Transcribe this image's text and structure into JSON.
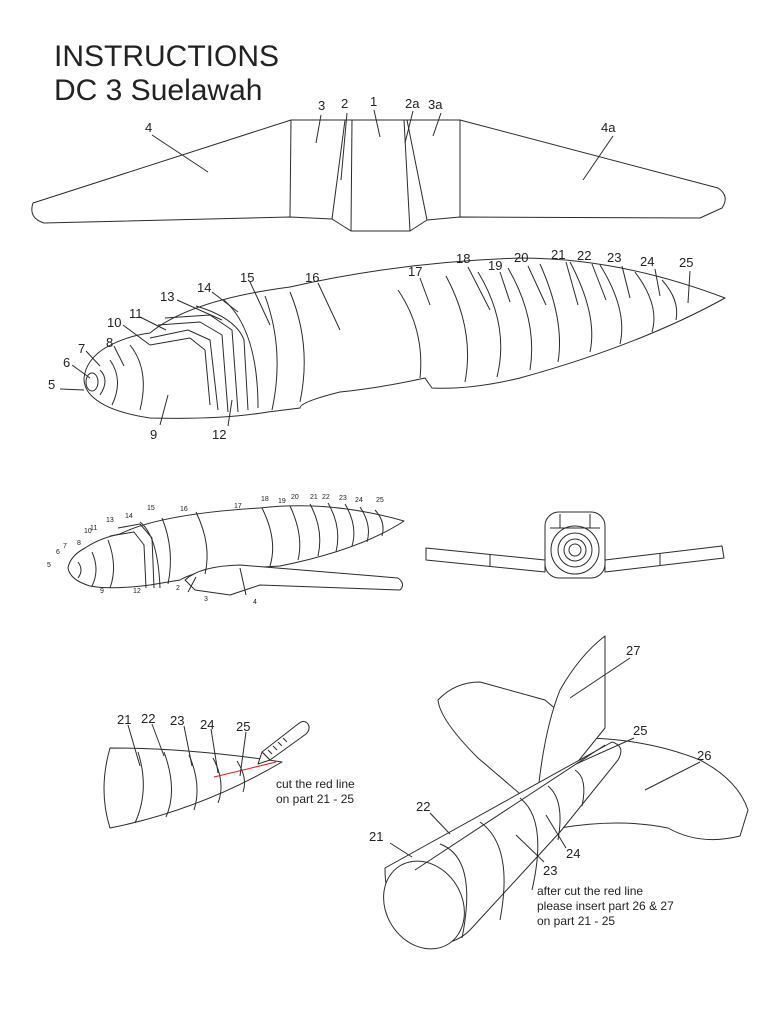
{
  "title": {
    "line1": "INSTRUCTIONS",
    "line2": "DC 3 Suelawah"
  },
  "wing_labels": [
    "4",
    "3",
    "2",
    "1",
    "2a",
    "3a",
    "4a"
  ],
  "fuselage_labels": [
    "5",
    "6",
    "7",
    "8",
    "9",
    "10",
    "11",
    "12",
    "13",
    "14",
    "15",
    "16",
    "17",
    "18",
    "19",
    "20",
    "21",
    "22",
    "23",
    "24",
    "25"
  ],
  "assembled_labels": [
    "5",
    "6",
    "7",
    "8",
    "9",
    "10",
    "11",
    "12",
    "13",
    "14",
    "15",
    "16",
    "17",
    "18",
    "19",
    "20",
    "21",
    "22",
    "23",
    "24",
    "25",
    "2",
    "3",
    "4"
  ],
  "tail_cut_labels": [
    "21",
    "22",
    "23",
    "24",
    "25"
  ],
  "tail_insert_labels": [
    "27",
    "25",
    "26",
    "22",
    "21",
    "23",
    "24"
  ],
  "notes": {
    "cut_line1": "cut the red line",
    "cut_line2": "on part 21 - 25",
    "insert_line1": "after cut the red line",
    "insert_line2": "please insert part 26 & 27",
    "insert_line3": "on part 21 - 25"
  },
  "colors": {
    "outline": "#2b2b2b",
    "cut_line": "#e01818",
    "paper": "#ffffff"
  },
  "icons": [
    "craft-knife-icon"
  ]
}
